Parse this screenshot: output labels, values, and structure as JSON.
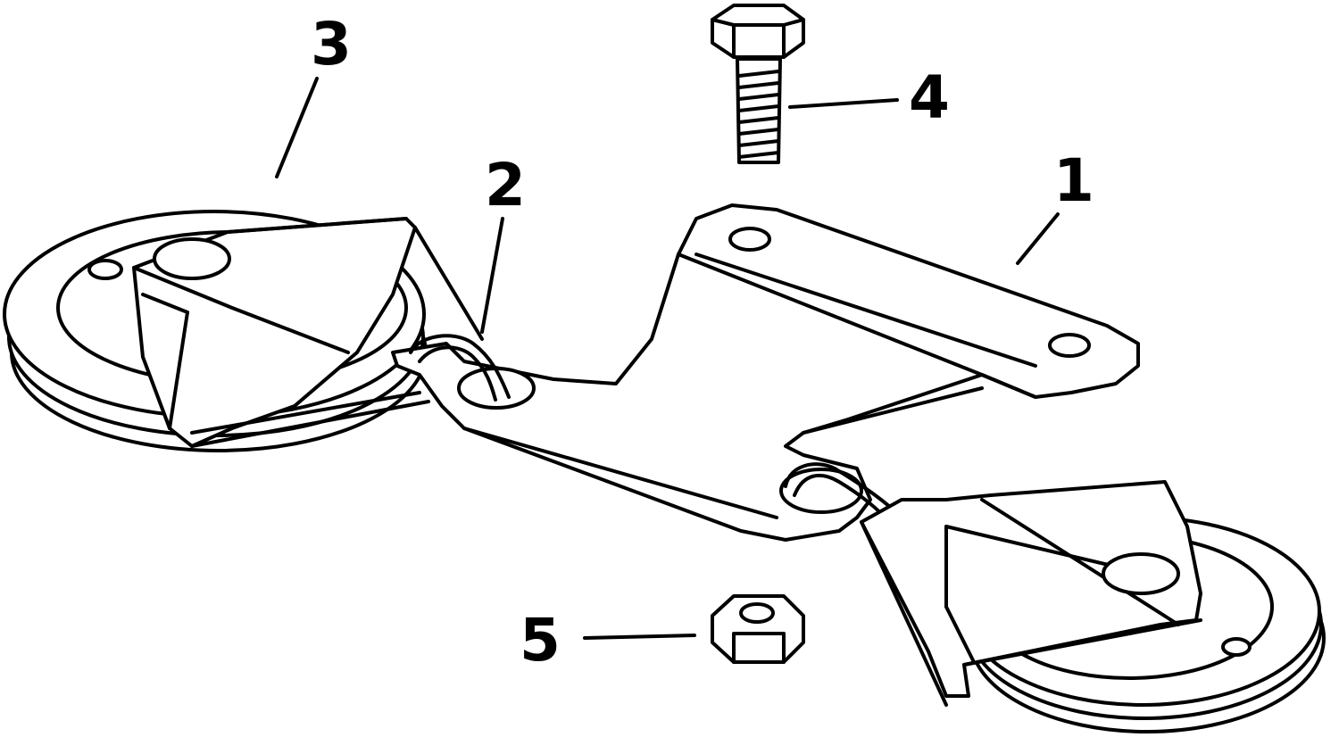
{
  "diagram": {
    "callouts": [
      {
        "number": "1",
        "part": "bracket"
      },
      {
        "number": "2",
        "part": "hook"
      },
      {
        "number": "3",
        "part": "pulley-left"
      },
      {
        "number": "4",
        "part": "bolt"
      },
      {
        "number": "5",
        "part": "nut"
      }
    ]
  }
}
